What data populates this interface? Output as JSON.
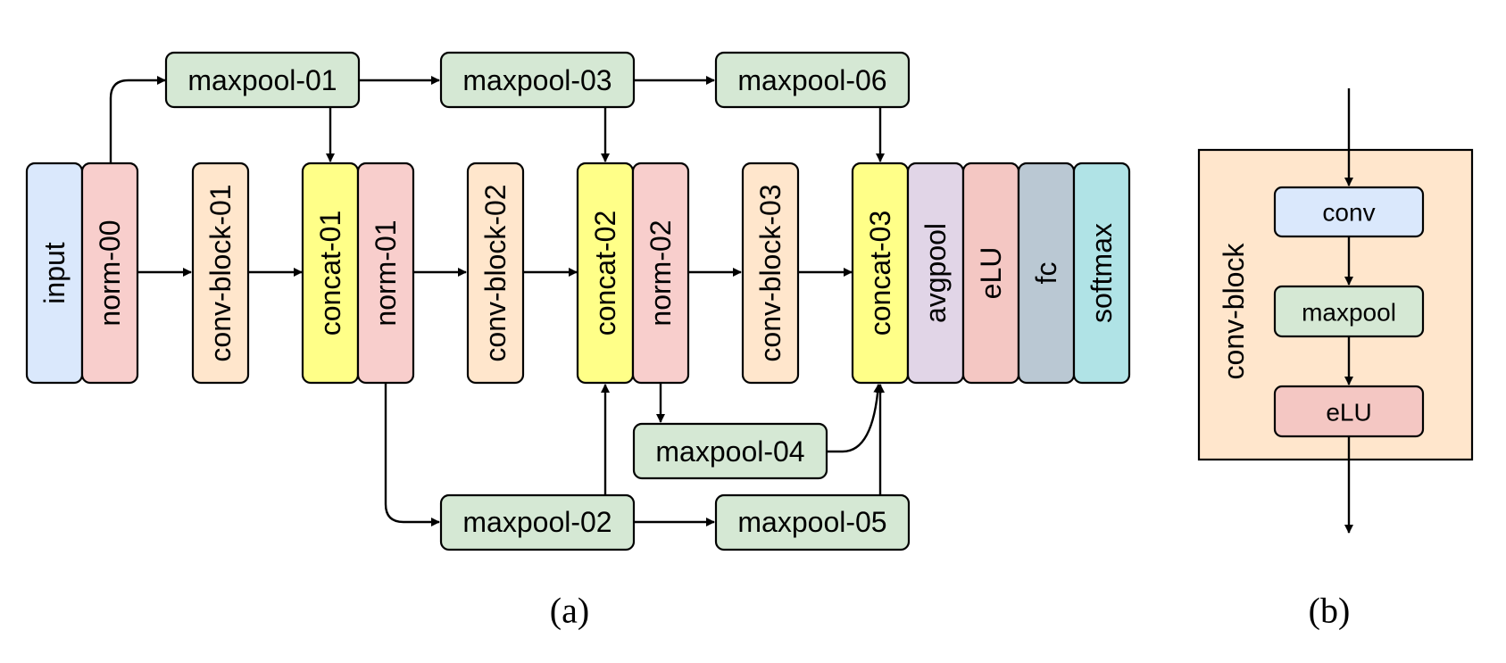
{
  "colors": {
    "input": "#dae8fc",
    "norm": "#f8cecc",
    "conv_block": "#ffe6cc",
    "concat": "#ffff88",
    "maxpool": "#d5e8d4",
    "avgpool": "#e1d5e7",
    "elu": "#f4c7c3",
    "fc": "#bac8d3",
    "softmax": "#b0e3e6",
    "conv": "#dae8fc"
  },
  "nodes": {
    "input": "input",
    "norm_00": "norm-00",
    "conv_block_01": "conv-block-01",
    "concat_01": "concat-01",
    "norm_01": "norm-01",
    "conv_block_02": "conv-block-02",
    "concat_02": "concat-02",
    "norm_02": "norm-02",
    "conv_block_03": "conv-block-03",
    "concat_03": "concat-03",
    "avgpool": "avgpool",
    "elu": "eLU",
    "fc": "fc",
    "softmax": "softmax",
    "maxpool_01": "maxpool-01",
    "maxpool_02": "maxpool-02",
    "maxpool_03": "maxpool-03",
    "maxpool_04": "maxpool-04",
    "maxpool_05": "maxpool-05",
    "maxpool_06": "maxpool-06"
  },
  "conv_block_detail": {
    "container_label": "conv-block",
    "conv": "conv",
    "maxpool": "maxpool",
    "elu": "eLU"
  },
  "captions": {
    "a": "(a)",
    "b": "(b)"
  }
}
